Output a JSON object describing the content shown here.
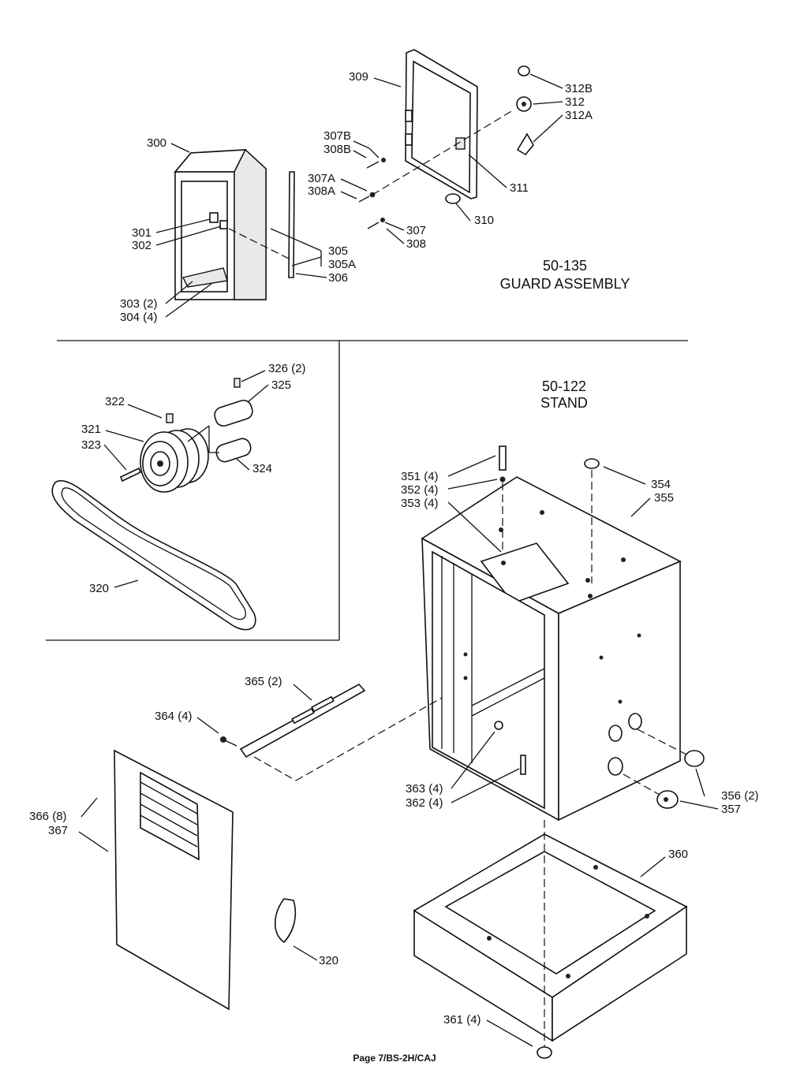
{
  "guard_assembly": {
    "model": "50-135",
    "name": "GUARD ASSEMBLY",
    "callouts": {
      "c300": "300",
      "c301": "301",
      "c302": "302",
      "c303": "303 (2)",
      "c304": "304 (4)",
      "c305": "305",
      "c305A": "305A",
      "c306": "306",
      "c307": "307",
      "c307A": "307A",
      "c307B": "307B",
      "c308": "308",
      "c308A": "308A",
      "c308B": "308B",
      "c309": "309",
      "c310": "310",
      "c311": "311",
      "c312": "312",
      "c312A": "312A",
      "c312B": "312B"
    }
  },
  "drive_parts": {
    "callouts": {
      "c320": "320",
      "c321": "321",
      "c322": "322",
      "c323": "323",
      "c324": "324",
      "c325": "325",
      "c326": "326 (2)"
    }
  },
  "stand": {
    "model": "50-122",
    "name": "STAND",
    "callouts": {
      "c351": "351 (4)",
      "c352": "352 (4)",
      "c353": "353 (4)",
      "c354": "354",
      "c355": "355",
      "c356": "356 (2)",
      "c357": "357",
      "c360": "360",
      "c361": "361 (4)",
      "c362": "362 (4)",
      "c363": "363 (4)",
      "c364": "364 (4)",
      "c365": "365 (2)",
      "c366": "366 (8)",
      "c367": "367",
      "c320b": "320"
    }
  },
  "footer": "Page 7/BS-2H/CAJ"
}
